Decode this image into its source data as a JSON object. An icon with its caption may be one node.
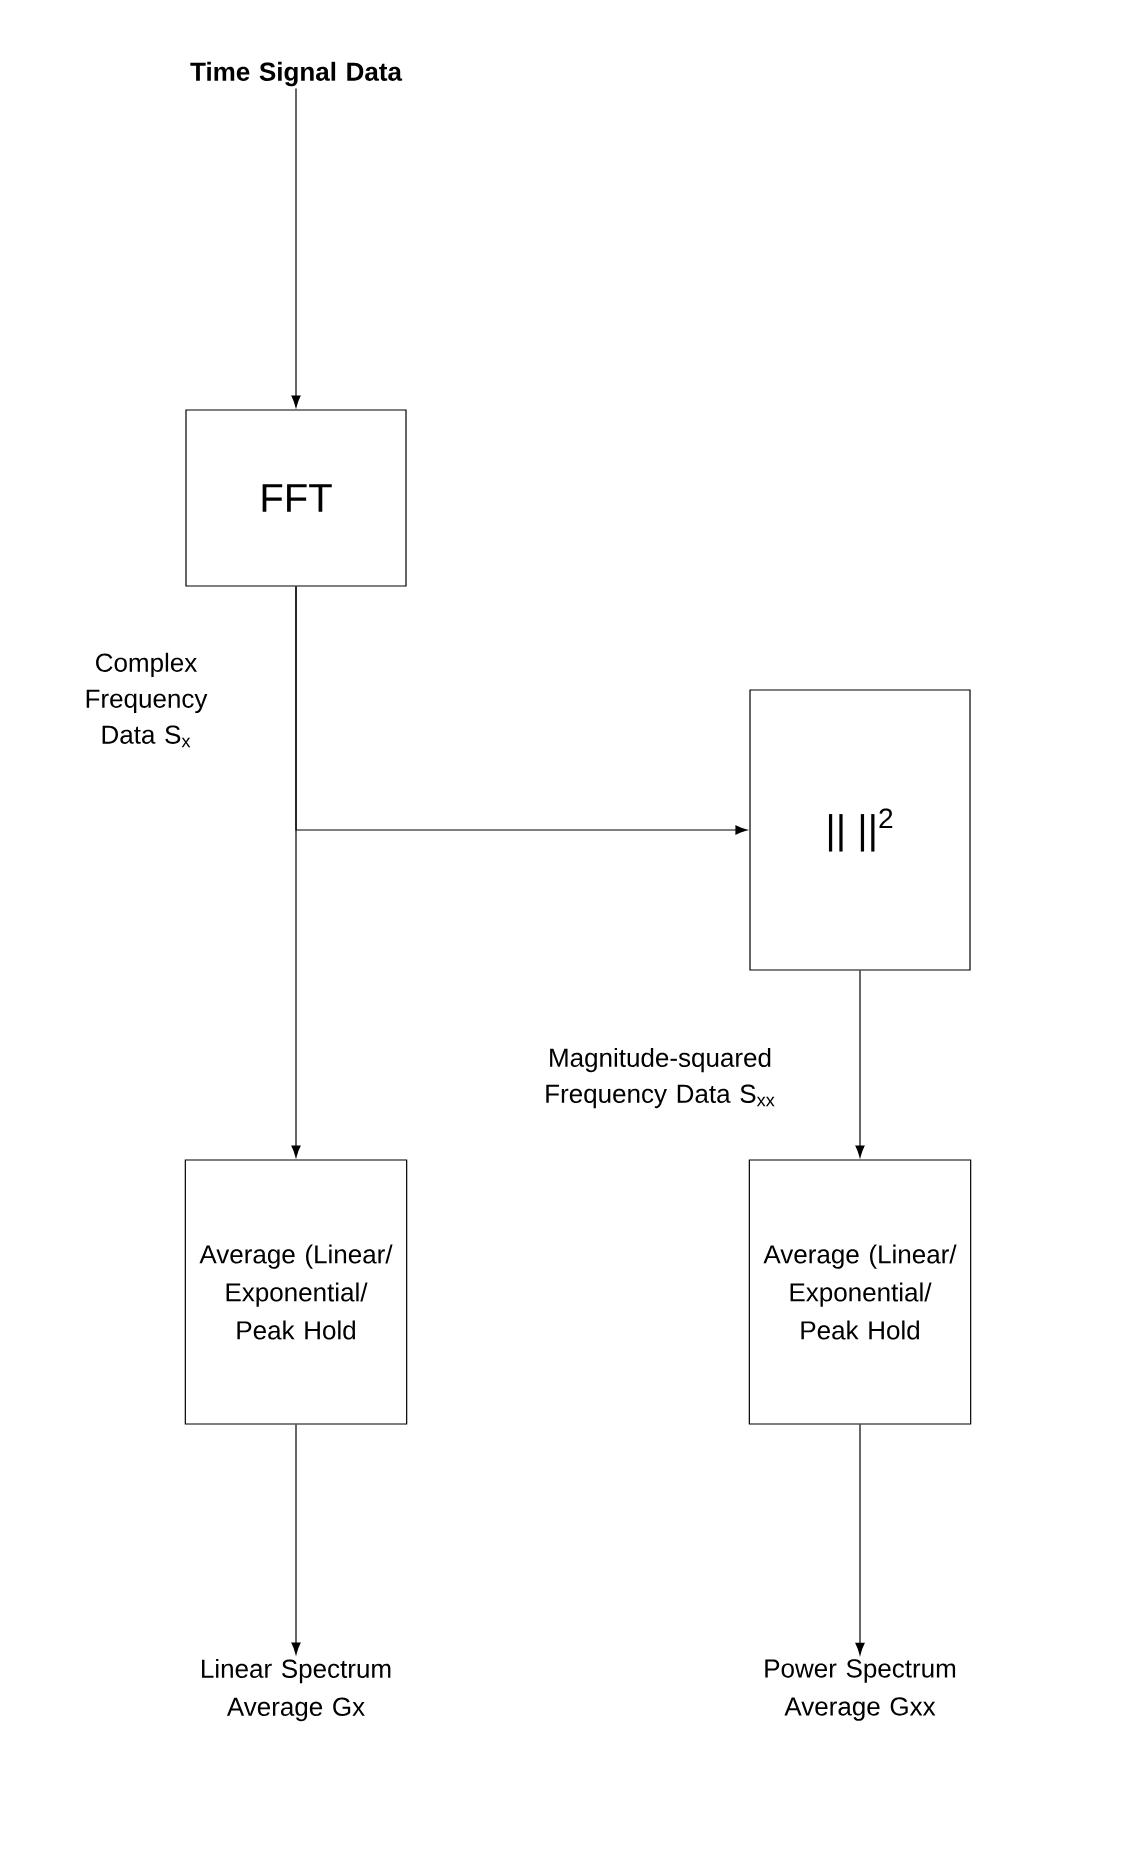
{
  "diagram": {
    "nodes": [
      {
        "text": [
          "Time Signal Data"
        ]
      },
      {
        "text": [
          "FFT"
        ]
      },
      {
        "text": [
          "|| ||$^{2}$"
        ]
      },
      {
        "text": [
          "Average (Linear/ Exponential/ Peak Hold"
        ]
      },
      {
        "text": [
          "Average (Linear/ Exponential/ Peak Hold"
        ]
      },
      {
        "text": [
          "Linear Spectrum Average Gx"
        ]
      },
      {
        "text": [
          "Power Spectrum Average Gxx"
        ]
      }
    ],
    "edges": [
      {
        "from": 0,
        "to": 1,
        "arrow": "to"
      },
      {
        "from": 1,
        "to": 3,
        "arrow": "to",
        "label": "Complex Frequency Data S$_{x}$"
      },
      {
        "from": 1,
        "to": 2,
        "arrow": "to"
      },
      {
        "from": 2,
        "to": 4,
        "arrow": "to",
        "label": "Magnitude-squared Frequency Data S$_{xx}$"
      },
      {
        "from": 3,
        "to": 5,
        "arrow": "to"
      },
      {
        "from": 4,
        "to": 6,
        "arrow": "to"
      }
    ]
  }
}
